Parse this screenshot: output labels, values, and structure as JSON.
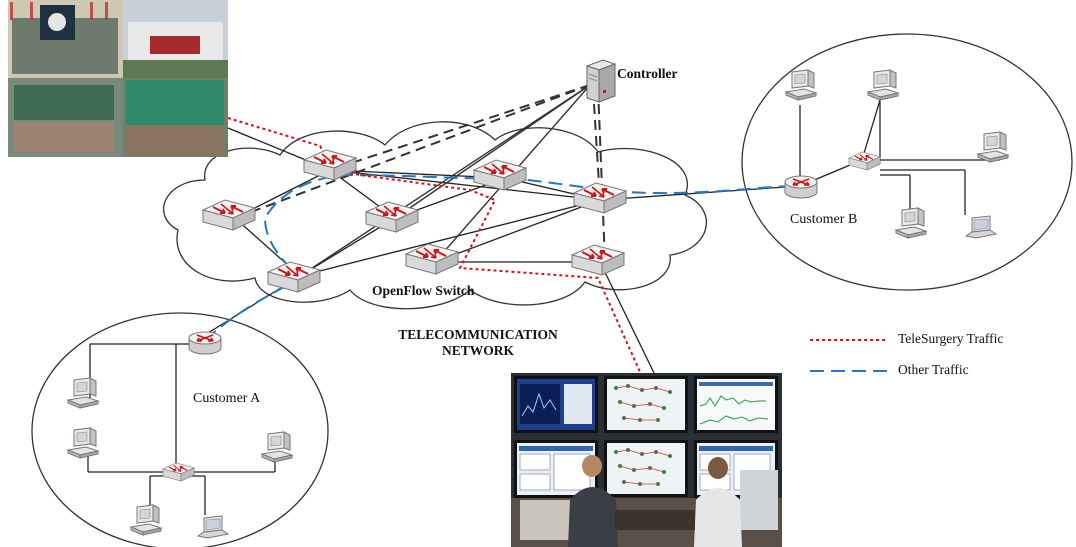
{
  "labels": {
    "controller": "Controller",
    "openflow_switch": "OpenFlow Switch",
    "network_line1": "TELECOMMUNICATION",
    "network_line2": "NETWORK",
    "customer_a": "Customer A",
    "customer_b": "Customer B"
  },
  "legend": [
    {
      "label": "TeleSurgery Traffic",
      "style": "dotted",
      "color": "#d4141a"
    },
    {
      "label": "Other Traffic",
      "style": "dashed",
      "color": "#1f78c8"
    }
  ],
  "colors": {
    "telesurgery": "#d4141a",
    "other_traffic": "#1f78c8",
    "controller_link": "#333333",
    "physical_link": "#222222"
  }
}
